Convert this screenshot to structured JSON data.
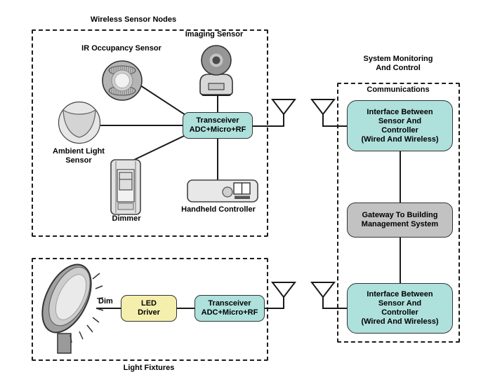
{
  "colors": {
    "teal_box": "#aee0dc",
    "yellow_box": "#f4efac",
    "gray_box": "#c2c2c2",
    "line": "#1a1a1a"
  },
  "wireless_sensor_nodes": {
    "group_label": "Wireless Sensor Nodes",
    "ir_occupancy_sensor_label": "IR Occupancy Sensor",
    "imaging_sensor_label": "Imaging Sensor",
    "ambient_light_sensor_label": "Ambient Light\nSensor",
    "dimmer_label": "Dimmer",
    "handheld_controller_label": "Handheld Controller",
    "transceiver_label": "Transceiver\nADC+Micro+RF"
  },
  "system_monitoring": {
    "label": "System Monitoring\nAnd Control"
  },
  "communications": {
    "group_label": "Communications",
    "interface_top_label": "Interface Between\nSensor And\nController\n(Wired And Wireless)",
    "gateway_label": "Gateway To Building\nManagement System",
    "interface_bottom_label": "Interface Between\nSensor And\nController\n(Wired And Wireless)"
  },
  "light_fixtures": {
    "group_label": "Light Fixtures",
    "dim_label": "Dim",
    "led_driver_label": "LED\nDriver",
    "transceiver_label": "Transceiver\nADC+Micro+RF"
  },
  "icons": {
    "antenna": "antenna-icon",
    "ir_occupancy_sensor": "ir-occupancy-sensor-icon",
    "imaging_sensor": "camera-icon",
    "ambient_light_sensor": "ambient-light-sensor-icon",
    "dimmer": "dimmer-switch-icon",
    "handheld_controller": "remote-control-icon",
    "street_light": "street-light-icon"
  }
}
